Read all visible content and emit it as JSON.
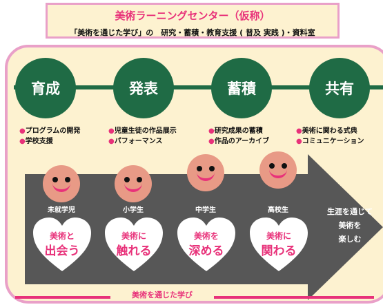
{
  "header": {
    "title": "美術ラーニングセンター（仮称）",
    "subtitle": "「美術を通じた学び」の　研究・蓄積・教育支援 ( 普及 実践 )・資料室"
  },
  "stages": [
    {
      "label": "育成",
      "bullets": [
        "プログラムの開発",
        "学校支援"
      ]
    },
    {
      "label": "発表",
      "bullets": [
        "児童生徒の作品展示",
        "パフォーマンス"
      ]
    },
    {
      "label": "蓄積",
      "bullets": [
        "研究成果の蓄積",
        "作品のアーカイブ"
      ]
    },
    {
      "label": "共有",
      "bullets": [
        "美術に関わる式典",
        "コミュニケーション"
      ]
    }
  ],
  "learners": [
    {
      "grade": "未就学児",
      "line1": "美術と",
      "line2": "出会う"
    },
    {
      "grade": "小学生",
      "line1": "美術に",
      "line2": "触れる"
    },
    {
      "grade": "中学生",
      "line1": "美術を",
      "line2": "深める"
    },
    {
      "grade": "高校生",
      "line1": "美術に",
      "line2": "関わる"
    }
  ],
  "arrow_text": [
    "生涯を通じて",
    "美術を",
    "楽しむ"
  ],
  "bottom_label": "美術を通じた学び",
  "colors": {
    "accent_pink": "#e8327a",
    "green": "#1f6b45",
    "cream": "#fdf2d0",
    "arrow_gray": "#575757",
    "face": "#e89a86"
  }
}
